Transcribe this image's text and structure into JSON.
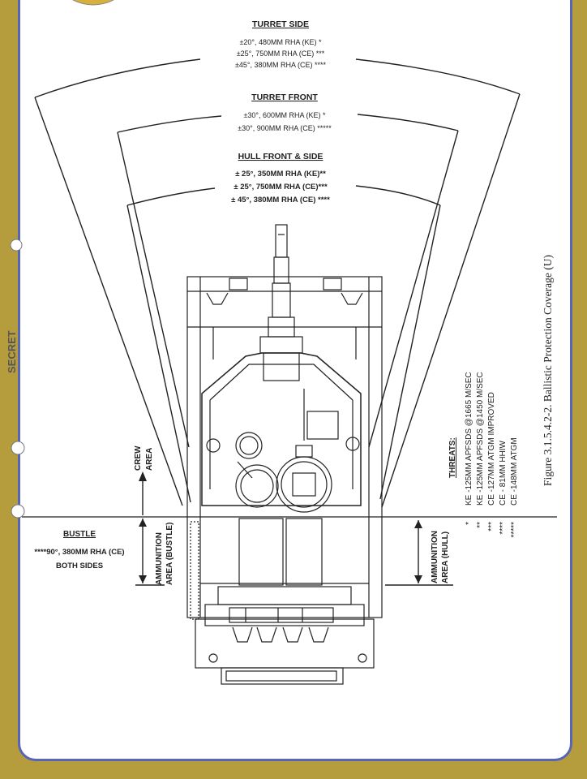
{
  "labels": {
    "turret_side": {
      "title": "TURRET SIDE",
      "lines": [
        "±20°, 480MM RHA (KE) *",
        "±25°, 750MM RHA (CE) ***",
        "±45°, 380MM RHA (CE) ****"
      ]
    },
    "turret_front": {
      "title": "TURRET FRONT",
      "lines": [
        "±30°, 600MM RHA (KE) *",
        "±30°, 900MM RHA (CE) *****"
      ]
    },
    "hull_front_side": {
      "title": "HULL FRONT & SIDE",
      "lines": [
        "± 25°, 350MM RHA (KE)**",
        "± 25°, 750MM RHA (CE)***",
        "± 45°, 380MM RHA (CE) ****"
      ]
    },
    "bustle": {
      "title": "BUSTLE",
      "lines": [
        "****90°, 380MM RHA (CE)",
        "BOTH SIDES"
      ]
    },
    "crew_area": [
      "CREW",
      "AREA"
    ],
    "ammo_bustle": [
      "AMMUNITION",
      "AREA (BUSTLE)"
    ],
    "ammo_hull": [
      "AMMUNITION",
      "AREA (HULL)"
    ]
  },
  "threats": {
    "title": "THREATS:",
    "items": [
      {
        "mark": "*",
        "text": "KE -125MM APFSDS @1665 M/SEC"
      },
      {
        "mark": "**",
        "text": "KE -125MM APFSDS @1450 M/SEC"
      },
      {
        "mark": "***",
        "text": "CE -127MM ATGM IMPROVED"
      },
      {
        "mark": "****",
        "text": "CE - 81MM HHIW"
      },
      {
        "mark": "*****",
        "text": "CE -148MM ATGM"
      }
    ]
  },
  "caption": "Figure 3.1.5.4.2-2.  Ballistic Protection Coverage  (U)",
  "classification": "SECRET",
  "page_fragment": "3",
  "colors": {
    "border": "#5665b5",
    "background": "#b59d3e",
    "ink": "#222222"
  }
}
